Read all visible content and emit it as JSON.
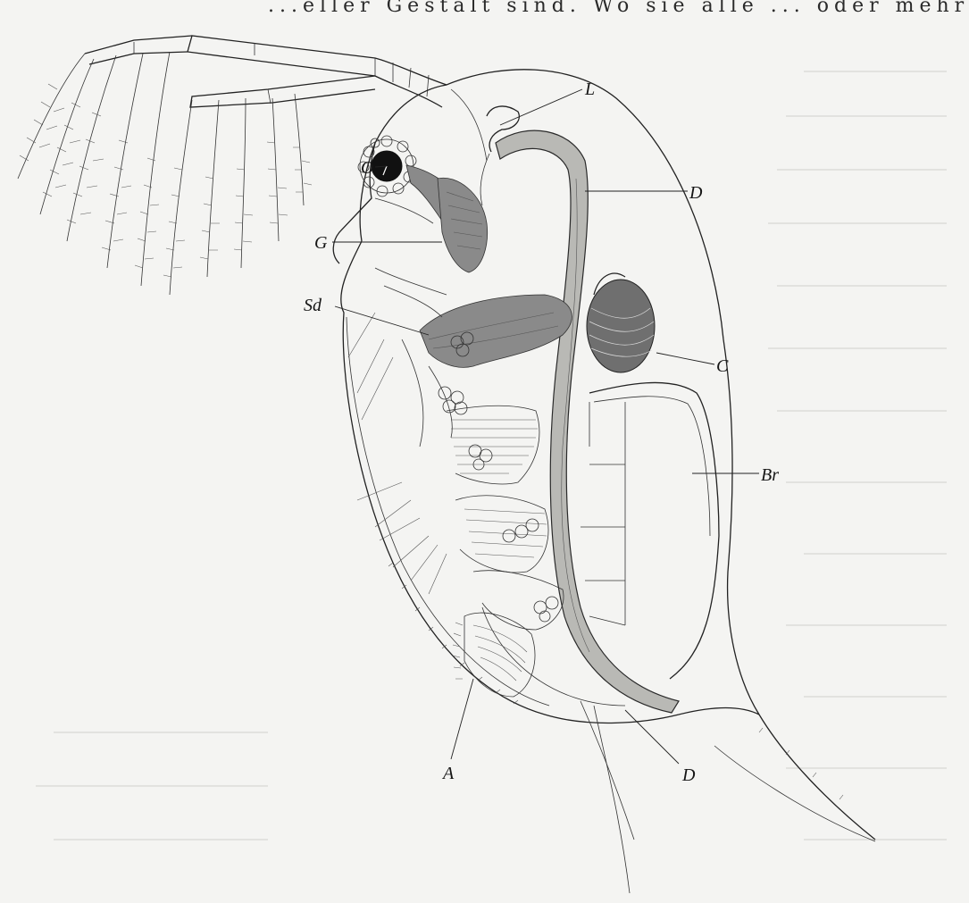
{
  "header_text": "...eller Gestalt sind. Wo sie alle ... oder mehrere Zellen parenchym",
  "labels": {
    "L": "L",
    "O": "O",
    "D_top": "D",
    "G": "G",
    "Sd": "Sd",
    "C": "C",
    "Br": "Br",
    "A": "A",
    "D_bottom": "D"
  }
}
